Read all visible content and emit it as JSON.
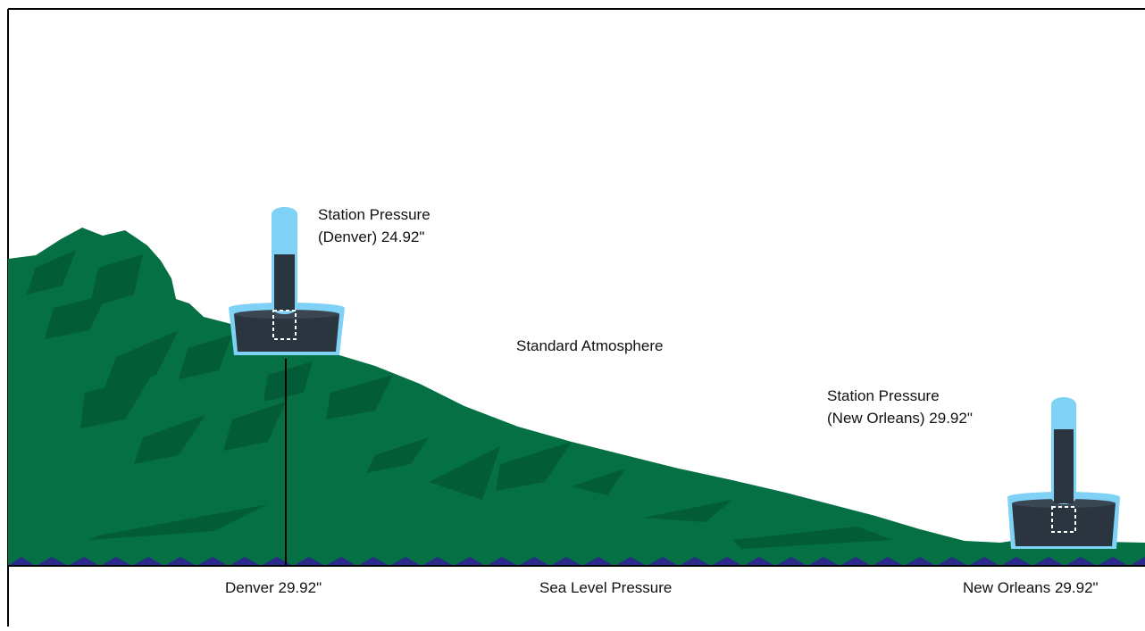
{
  "labels": {
    "denver_station_line1": "Station Pressure",
    "denver_station_line2": "(Denver) 24.92\"",
    "standard_atmosphere": "Standard Atmosphere",
    "new_orleans_station_line1": "Station Pressure",
    "new_orleans_station_line2": "(New Orleans) 29.92\"",
    "denver_sea_level": "Denver 29.92\"",
    "sea_level_pressure": "Sea Level Pressure",
    "new_orleans_sea_level": "New Orleans 29.92\""
  },
  "colors": {
    "terrain": "#047044",
    "terrain_shade": "#035a36",
    "water": "#2a2a8a",
    "barometer_glass": "#7fd2f6",
    "mercury": "#2a3540",
    "frame": "#000000"
  }
}
